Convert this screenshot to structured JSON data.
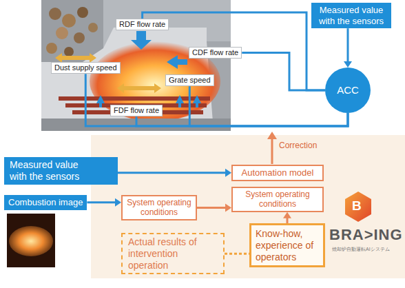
{
  "diagram": {
    "nodes": [
      {
        "text": [
          "RDF flow rate"
        ]
      },
      {
        "text": [
          "Measured value with the sensors"
        ]
      },
      {
        "text": [
          "CDF flow rate"
        ]
      },
      {
        "text": [
          "Dust supply speed"
        ]
      },
      {
        "text": [
          "Grate speed"
        ]
      },
      {
        "text": [
          "ACC"
        ]
      },
      {
        "text": [
          "FDF flow rate"
        ]
      },
      {
        "text": [
          "Measured value with the sensors"
        ]
      },
      {
        "text": [
          "Automation model"
        ]
      },
      {
        "text": [
          "Combustion image"
        ]
      },
      {
        "text": [
          "System operating conditions"
        ]
      },
      {
        "text": [
          "System operating conditions"
        ]
      },
      {
        "text": [
          "Know-how, experience of operators"
        ]
      },
      {
        "text": [
          "Actual results of intervention operation"
        ]
      }
    ],
    "edges": [
      {
        "from": 1,
        "to": 5,
        "arrow": "to"
      },
      {
        "from": 5,
        "to": 0,
        "arrow": "none"
      },
      {
        "from": 5,
        "to": 2,
        "arrow": "none"
      },
      {
        "from": 5,
        "to": 3,
        "arrow": "none"
      },
      {
        "from": 5,
        "to": 4,
        "arrow": "none"
      },
      {
        "from": 5,
        "to": 6,
        "arrow": "none"
      },
      {
        "from": 7,
        "to": 8,
        "arrow": "to"
      },
      {
        "from": 9,
        "to": 10,
        "arrow": "to"
      },
      {
        "from": 10,
        "to": 11,
        "arrow": "to"
      },
      {
        "from": 12,
        "to": 11,
        "arrow": "to"
      },
      {
        "from": 13,
        "to": 12,
        "arrow": "none"
      }
    ],
    "labels": [
      "Correction",
      "B",
      "BRA>ING",
      "焼却炉自動運転AIシステム"
    ]
  }
}
